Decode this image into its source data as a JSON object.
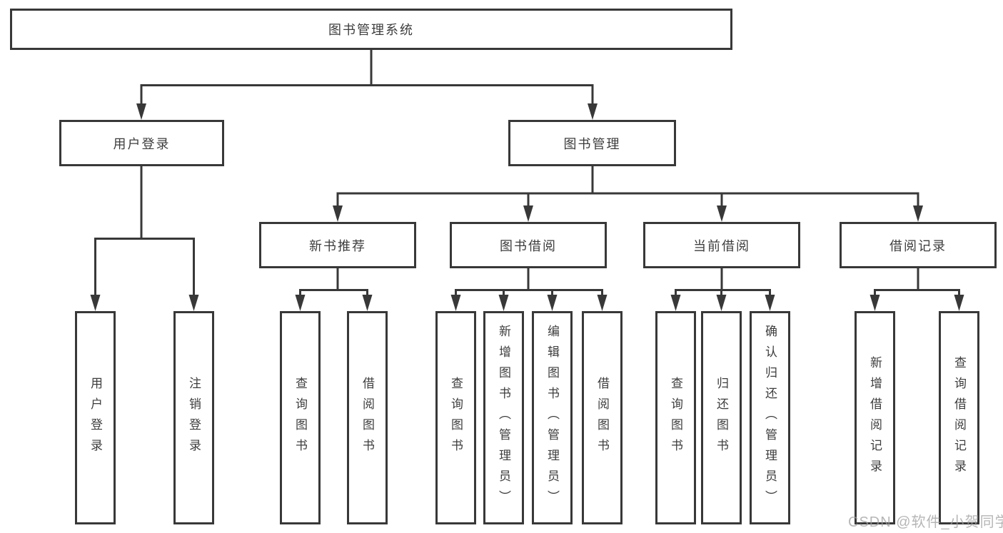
{
  "diagram": {
    "root": {
      "label": "图书管理系统"
    },
    "branches": [
      {
        "label": "用户登录",
        "children": [
          {
            "label": "用户登录"
          },
          {
            "label": "注销登录"
          }
        ]
      },
      {
        "label": "图书管理",
        "children": [
          {
            "label": "新书推荐",
            "children": [
              {
                "label": "查询图书"
              },
              {
                "label": "借阅图书"
              }
            ]
          },
          {
            "label": "图书借阅",
            "children": [
              {
                "label": "查询图书"
              },
              {
                "label": "新增图书（管理员）"
              },
              {
                "label": "编辑图书（管理员）"
              },
              {
                "label": "借阅图书"
              }
            ]
          },
          {
            "label": "当前借阅",
            "children": [
              {
                "label": "查询图书"
              },
              {
                "label": "归还图书"
              },
              {
                "label": "确认归还（管理员）"
              }
            ]
          },
          {
            "label": "借阅记录",
            "children": [
              {
                "label": "新增借阅记录"
              },
              {
                "label": "查询借阅记录"
              }
            ]
          }
        ]
      }
    ]
  },
  "watermark": {
    "text": "CSDN @软件_小贺同学"
  },
  "colors": {
    "line": "#383838",
    "text": "#3d3d3d",
    "background": "#ffffff",
    "watermark": "#9e9e9e"
  }
}
